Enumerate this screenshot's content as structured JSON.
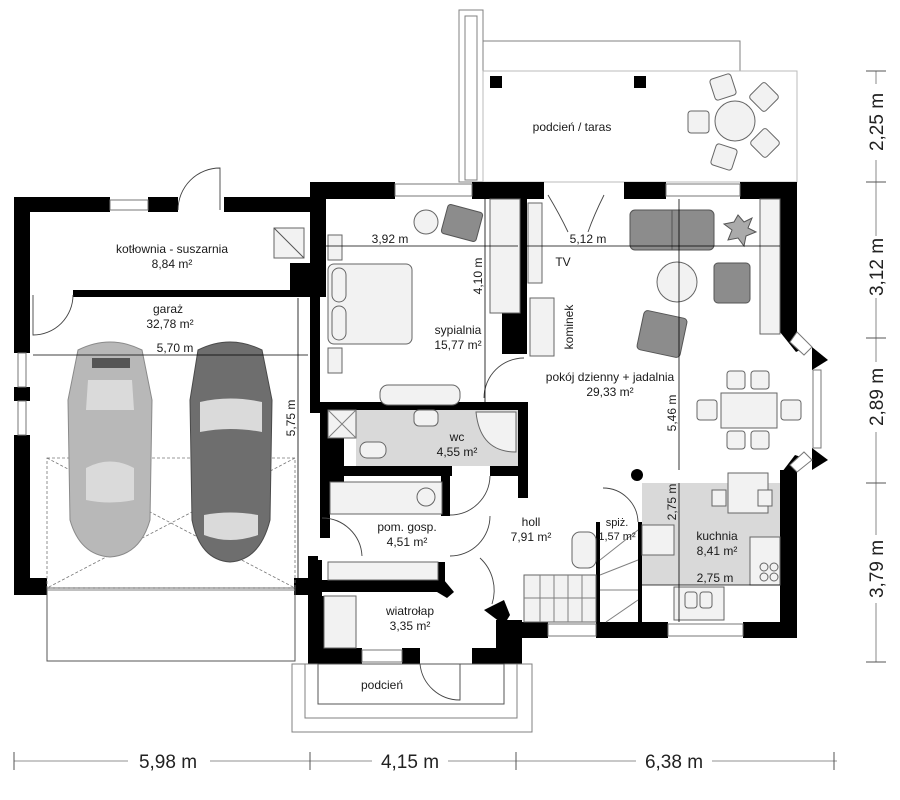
{
  "plan": {
    "rooms": [
      {
        "id": "terrace",
        "name": "podcień / taras",
        "area": ""
      },
      {
        "id": "boiler",
        "name": "kotłownia - suszarnia",
        "area": "8,84 m²"
      },
      {
        "id": "garage",
        "name": "garaż",
        "area": "32,78 m²"
      },
      {
        "id": "bedroom",
        "name": "sypialnia",
        "area": "15,77 m²"
      },
      {
        "id": "living",
        "name": "pokój dzienny + jadalnia",
        "area": "29,33 m²"
      },
      {
        "id": "wc",
        "name": "wc",
        "area": "4,55 m²"
      },
      {
        "id": "utility",
        "name": "pom. gosp.",
        "area": "4,51 m²"
      },
      {
        "id": "hall",
        "name": "holl",
        "area": "7,91 m²"
      },
      {
        "id": "pantry",
        "name": "spiż.",
        "area": "1,57 m²"
      },
      {
        "id": "kitchen",
        "name": "kuchnia",
        "area": "8,41 m²"
      },
      {
        "id": "vestibule",
        "name": "wiatrołap",
        "area": "3,35 m²"
      },
      {
        "id": "porch",
        "name": "podcień",
        "area": ""
      }
    ],
    "labels": {
      "tv": "TV",
      "fireplace": "kominek"
    },
    "inner_dimensions": {
      "garage_width": "5,70 m",
      "garage_depth": "5,75 m",
      "bedroom_width": "3,92 m",
      "bedroom_depth": "4,10 m",
      "living_width": "5,12 m",
      "living_depth": "5,46 m",
      "kitchen_depth": "2,75 m",
      "kitchen_width": "2,75 m"
    },
    "outer_dimensions": {
      "bottom": [
        "5,98 m",
        "4,15 m",
        "6,38 m"
      ],
      "right": [
        "2,25 m",
        "3,12 m",
        "2,89 m",
        "3,79 m"
      ]
    },
    "colors": {
      "wall": "#000000",
      "tile": "#d9d9d9",
      "sofa": "#8c8c8c",
      "car_light": "#b8b8b8",
      "car_dark": "#6e6e6e"
    }
  }
}
